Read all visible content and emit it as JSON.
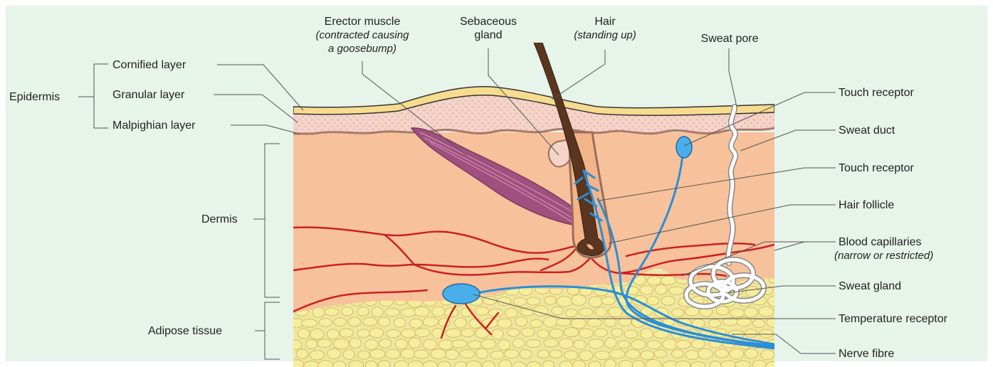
{
  "colors": {
    "background": "#e6f4ea",
    "cornified": "#f7dc8f",
    "malpighian": "#f5d3c9",
    "dermis": "#f7c29b",
    "adipose": "#efe7a0",
    "fat_cell": "#f5ee9c",
    "muscle": "#a0507e",
    "hair": "#5a3520",
    "nerve": "#2a8fd8",
    "receptor": "#4aaeea",
    "blood": "#cc2020",
    "leader": "#555555"
  },
  "labels": {
    "epidermis": "Epidermis",
    "cornified_layer": "Cornified layer",
    "granular_layer": "Granular layer",
    "malpighian_layer": "Malpighian layer",
    "dermis": "Dermis",
    "adipose_tissue": "Adipose tissue",
    "erector_muscle": "Erector muscle",
    "erector_muscle_note_1": "(contracted causing",
    "erector_muscle_note_2": "a goosebump)",
    "sebaceous_1": "Sebaceous",
    "sebaceous_2": "gland",
    "hair": "Hair",
    "hair_note": "(standing up)",
    "sweat_pore": "Sweat pore",
    "touch_receptor_1": "Touch receptor",
    "sweat_duct": "Sweat duct",
    "touch_receptor_2": "Touch receptor",
    "hair_follicle": "Hair follicle",
    "blood_capillaries": "Blood capillaries",
    "blood_capillaries_note": "(narrow or restricted)",
    "sweat_gland": "Sweat gland",
    "temperature_receptor": "Temperature receptor",
    "nerve_fibre": "Nerve fibre"
  }
}
